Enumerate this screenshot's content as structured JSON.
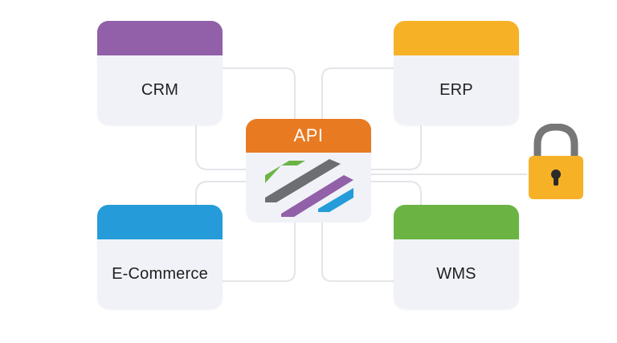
{
  "colors": {
    "crm": "#9160a8",
    "erp": "#f6b126",
    "ecommerce": "#259cd9",
    "wms": "#6bb444",
    "api": "#e87a22",
    "connector": "#e4e5e9",
    "card_bg": "#f1f2f7",
    "logo_green": "#6bb444",
    "logo_gray": "#6d6e71",
    "logo_purple": "#9160a8",
    "logo_blue": "#259cd9",
    "lock_body": "#f6b126",
    "lock_shackle": "#777777"
  },
  "nodes": {
    "crm": {
      "label": "CRM"
    },
    "erp": {
      "label": "ERP"
    },
    "ecommerce": {
      "label": "E-Commerce"
    },
    "wms": {
      "label": "WMS"
    },
    "api": {
      "label": "API"
    }
  },
  "icons": {
    "api_logo": "striped-api-logo-icon",
    "lock": "padlock-icon"
  }
}
